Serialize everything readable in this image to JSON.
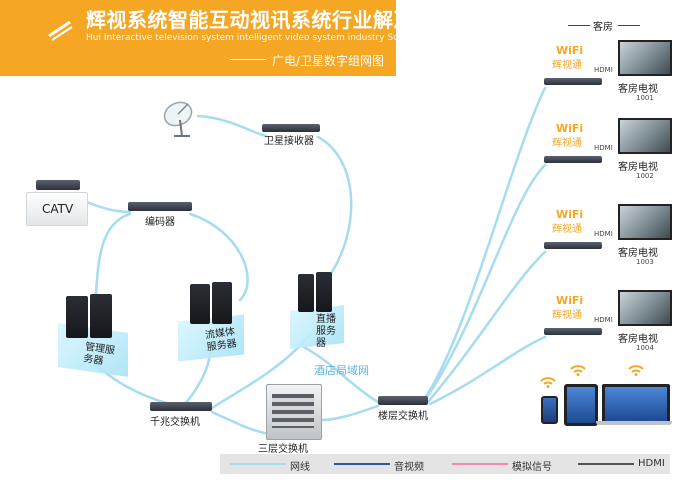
{
  "banner": {
    "title": "辉视系统智能互动视讯系统行业解决方案",
    "subtitle": "Hui Interactive television system intelligent video system industry Solution",
    "tagline": "广电/卫星数字组网图"
  },
  "rooms_header": "客房",
  "devices": {
    "satellite_receiver": "卫星接收器",
    "catv": "CATV",
    "encoder": "编码器",
    "management_server": "管理服务器",
    "streaming_server": "流媒体服务器",
    "live_server": "直播服务器",
    "hotel_lan": "酒店局域网",
    "gigabit_switch": "千兆交换机",
    "layer3_switch": "三层交换机",
    "floor_switch": "楼层交换机"
  },
  "rooms": [
    {
      "wifi": "WiFi",
      "brand": "辉视通",
      "hdmi": "HDMI",
      "tv_label": "客房电视",
      "room": "1001"
    },
    {
      "wifi": "WiFi",
      "brand": "辉视通",
      "hdmi": "HDMI",
      "tv_label": "客房电视",
      "room": "1002"
    },
    {
      "wifi": "WiFi",
      "brand": "辉视通",
      "hdmi": "HDMI",
      "tv_label": "客房电视",
      "room": "1003"
    },
    {
      "wifi": "WiFi",
      "brand": "辉视通",
      "hdmi": "HDMI",
      "tv_label": "客房电视",
      "room": "1004"
    }
  ],
  "legend": [
    {
      "label": "网线",
      "color": "#a6dcf0"
    },
    {
      "label": "音视频",
      "color": "#2e5aa8"
    },
    {
      "label": "模拟信号",
      "color": "#f08ab4"
    },
    {
      "label": "HDMI",
      "color": "#555555"
    }
  ],
  "colors": {
    "banner": "#f5a623",
    "network_line": "#a6dcf0",
    "wifi": "#f5a623"
  },
  "icons": [
    "satellite-dish-icon",
    "wifi-icon",
    "phone-icon",
    "tablet-icon",
    "laptop-icon",
    "server-icon",
    "tv-icon",
    "switch-icon"
  ]
}
